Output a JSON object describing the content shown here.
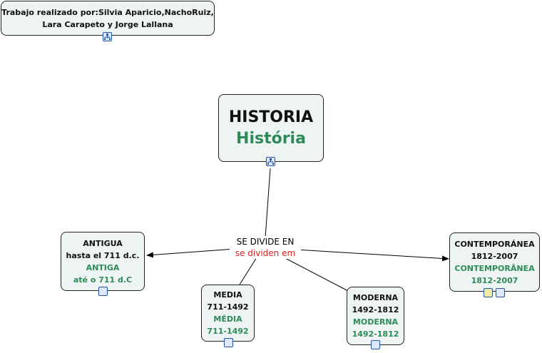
{
  "credits": {
    "line1": "Trabajo realizado por:Silvia Aparicio,NachoRuiz,",
    "line2": "Lara Carapeto y Jorge Lallana"
  },
  "root": {
    "es": "HISTORIA",
    "pt": "História"
  },
  "link": {
    "es": "SE DIVIDE EN",
    "pt": "se dividen em"
  },
  "antigua": {
    "es1": "ANTIGUA",
    "es2": "hasta el 711 d.c.",
    "pt1": "ANTIGA",
    "pt2": "até o 711 d.C"
  },
  "media": {
    "es1": "MEDIA",
    "es2": "711-1492",
    "pt1": "MÉDIA",
    "pt2": "711-1492"
  },
  "moderna": {
    "es1": "MODERNA",
    "es2": "1492-1812",
    "pt1": "MODERNA",
    "pt2": "1492-1812"
  },
  "contemp": {
    "es1": "CONTEMPORÁNEA",
    "es2": "1812-2007",
    "pt1": "CONTEMPORÂNEA",
    "pt2": "1812-2007"
  },
  "colors": {
    "portuguese": "#2e8b57",
    "link_pt": "#dd2222"
  }
}
